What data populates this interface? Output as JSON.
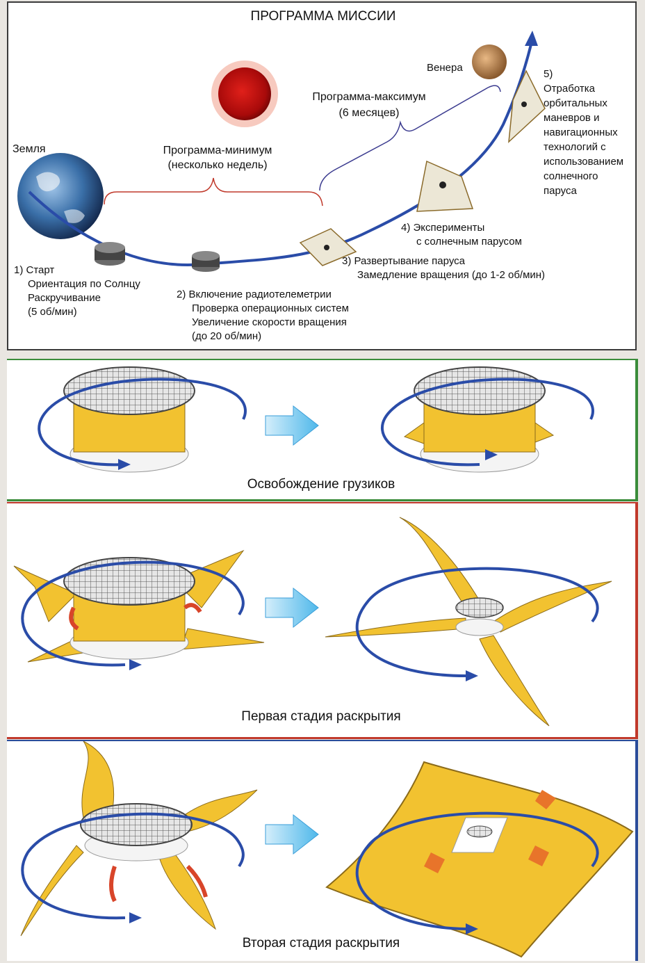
{
  "mission": {
    "title": "ПРОГРАММА МИССИИ",
    "earth": "Земля",
    "venus": "Венера",
    "min_program": [
      "Программа-минимум",
      "(несколько недель)"
    ],
    "max_program": [
      "Программа-максимум",
      "(6 месяцев)"
    ],
    "steps": [
      {
        "lines": [
          "1) Старт",
          "Ориентация по Солнцу",
          "Раскручивание",
          "(5 об/мин)"
        ]
      },
      {
        "lines": [
          "2) Включение радиотелеметрии",
          "Проверка операционных систем",
          "Увеличение скорости вращения",
          "(до 20 об/мин)"
        ]
      },
      {
        "lines": [
          "3) Развертывание паруса",
          "Замедление вращения (до 1-2 об/мин)"
        ]
      },
      {
        "lines": [
          "4) Эксперименты",
          "с солнечным парусом"
        ]
      },
      {
        "lines": [
          "5)",
          "Отработка",
          "орбитальных",
          "маневров и",
          "навигационных",
          "технологий с",
          "использованием",
          "солнечного",
          "паруса"
        ]
      }
    ]
  },
  "stages": [
    {
      "caption": "Освобождение грузиков"
    },
    {
      "caption": "Первая стадия раскрытия"
    },
    {
      "caption": "Вторая стадия раскрытия"
    }
  ],
  "colors": {
    "orbit": "#2a4ca8",
    "sail": "#f2c230",
    "sun": "#c4100f",
    "arrow": "#4fb8ea",
    "rotation_arrow": "#d8452a",
    "bracket_min": "#c0392b",
    "bracket_max": "#3b3b8f",
    "stage1_border": "#3a8c3a",
    "stage2_border": "#c0392b",
    "stage3_border": "#2a4c9a"
  }
}
